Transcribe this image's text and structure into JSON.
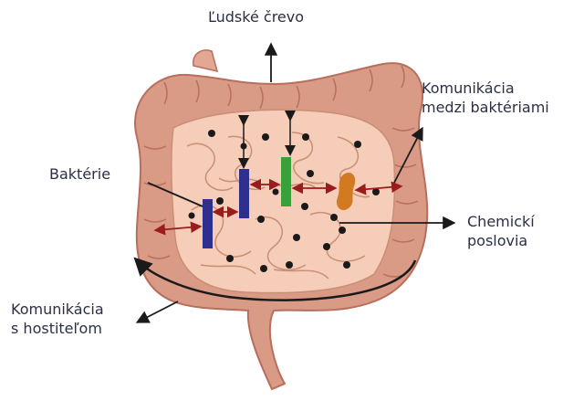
{
  "title": "Ľudské črevo",
  "labels": {
    "bacteria": "Baktérie",
    "bacteria_comm_line1": "Komunikácia",
    "bacteria_comm_line2": "medzi baktériami",
    "chemical_line1": "Chemickí",
    "chemical_line2": "poslovia",
    "host_comm_line1": "Komunikácia",
    "host_comm_line2": "s hostiteľom"
  },
  "colors": {
    "intestine": "#d99a86",
    "intestine_dark": "#b86e5c",
    "small_intestine": "#f5cdb8",
    "bacteria_blue": "#2e2f8f",
    "bacteria_green": "#3aa13a",
    "bacteria_orange": "#d17a22",
    "arrow_red": "#9b1c1c",
    "ink": "#1a1a1a"
  }
}
